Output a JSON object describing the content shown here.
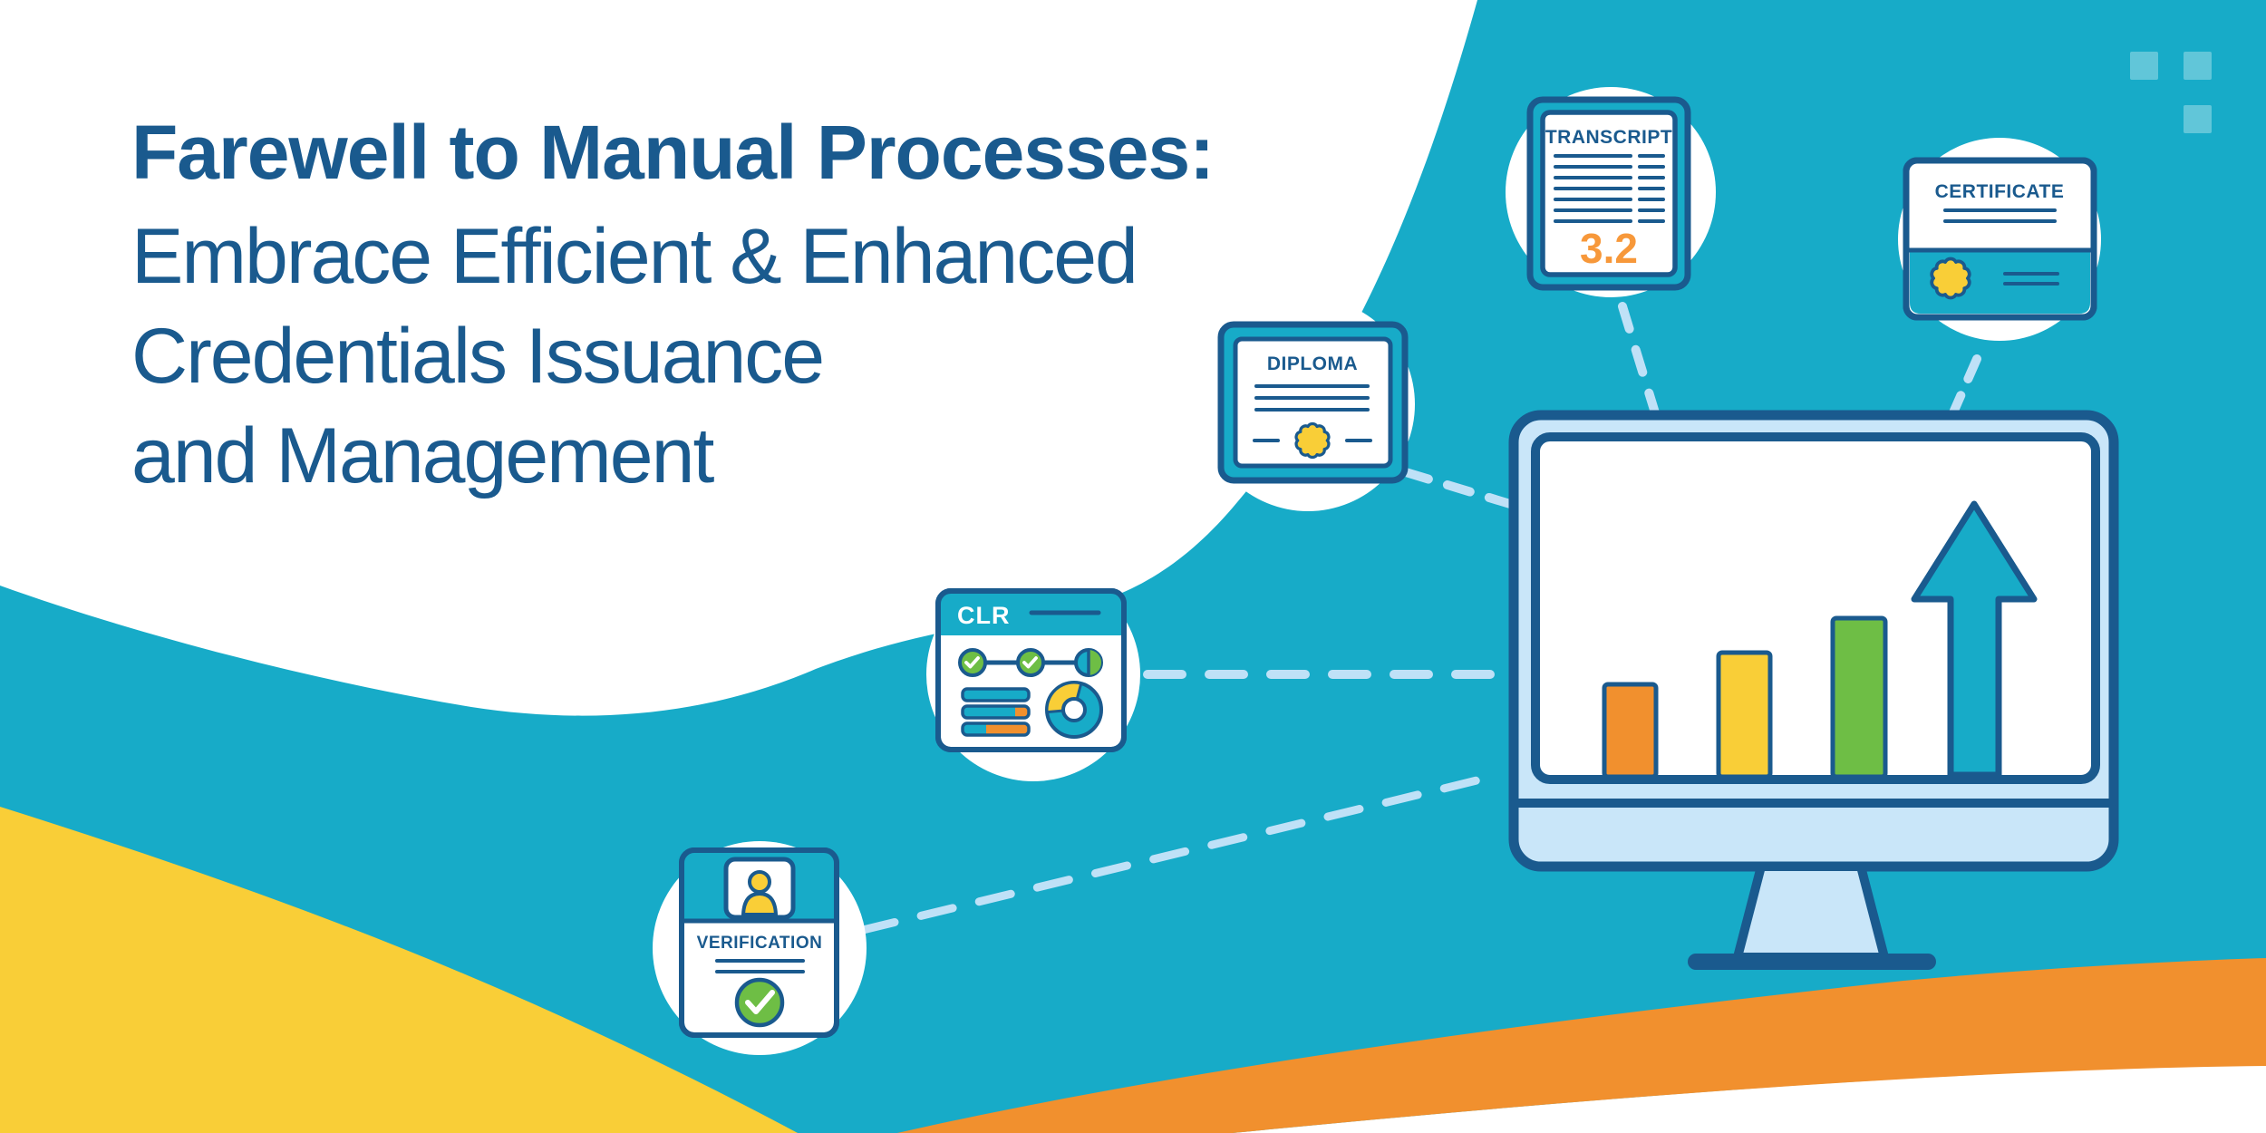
{
  "banner": {
    "title": {
      "line1": "Farewell to Manual Processes:",
      "line2": "Embrace Efficient & Enhanced",
      "line3": "Credentials Issuance",
      "line4": "and Management"
    },
    "icons": {
      "transcript": {
        "label": "TRANSCRIPT",
        "score": "3.2"
      },
      "certificate": {
        "label": "CERTIFICATE"
      },
      "diploma": {
        "label": "DIPLOMA"
      },
      "clr": {
        "label": "CLR"
      },
      "verification": {
        "label": "VERIFICATION"
      }
    },
    "colors": {
      "teal": "#17abc8",
      "navy": "#1a5a8e",
      "light_blue": "#c9e6f9",
      "dash_blue": "#bfe1f7",
      "yellow": "#f9ce37",
      "orange": "#f1902e",
      "orange_text": "#f7983a",
      "green": "#6ebe45",
      "white": "#ffffff"
    },
    "monitor_chart": {
      "type": "bar",
      "bars": [
        {
          "name": "bar-1",
          "color": "#f1902e",
          "relative_height": 102
        },
        {
          "name": "bar-2",
          "color": "#f9ce37",
          "relative_height": 137
        },
        {
          "name": "bar-3",
          "color": "#6ebe45",
          "relative_height": 175
        }
      ],
      "arrow": {
        "direction": "up",
        "color": "#17abc8"
      }
    }
  }
}
